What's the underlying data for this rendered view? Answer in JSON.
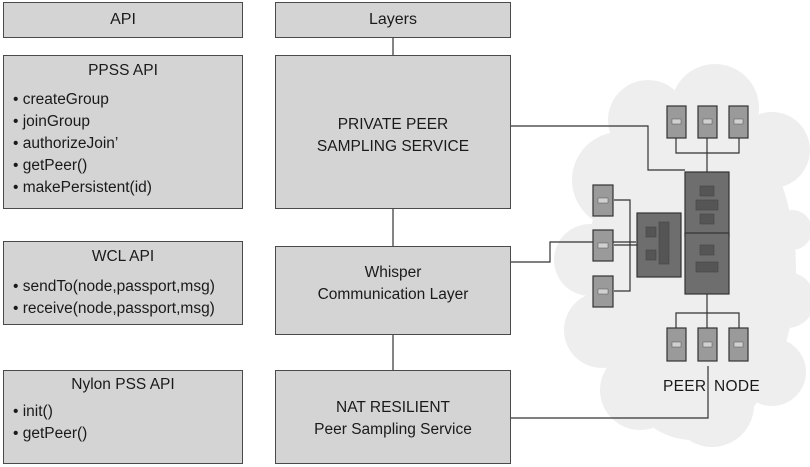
{
  "headers": {
    "api": "API",
    "layers": "Layers"
  },
  "apis": [
    {
      "title": "PPSS API",
      "items": [
        "• createGroup",
        "• joinGroup",
        "• authorizeJoin’",
        "• getPeer()",
        "• makePersistent(id)"
      ]
    },
    {
      "title": "WCL API",
      "items": [
        "• sendTo(node,passport,msg)",
        "• receive(node,passport,msg)"
      ]
    },
    {
      "title": "Nylon PSS API",
      "items": [
        "• init()",
        "• getPeer()"
      ]
    }
  ],
  "layers": [
    {
      "line1": "PRIVATE PEER",
      "line2": "SAMPLING SERVICE"
    },
    {
      "line1": "Whisper",
      "line2": "Communication Layer"
    },
    {
      "line1": "NAT RESILIENT",
      "line2": "Peer Sampling Service"
    }
  ],
  "cloud": {
    "peer_label": "PEER",
    "node_label": "NODE"
  },
  "colors": {
    "box_fill": "#d4d4d4",
    "border": "#4a4a4a",
    "cloud": "#eeeeee",
    "node_dark": "#6e6e6e"
  }
}
